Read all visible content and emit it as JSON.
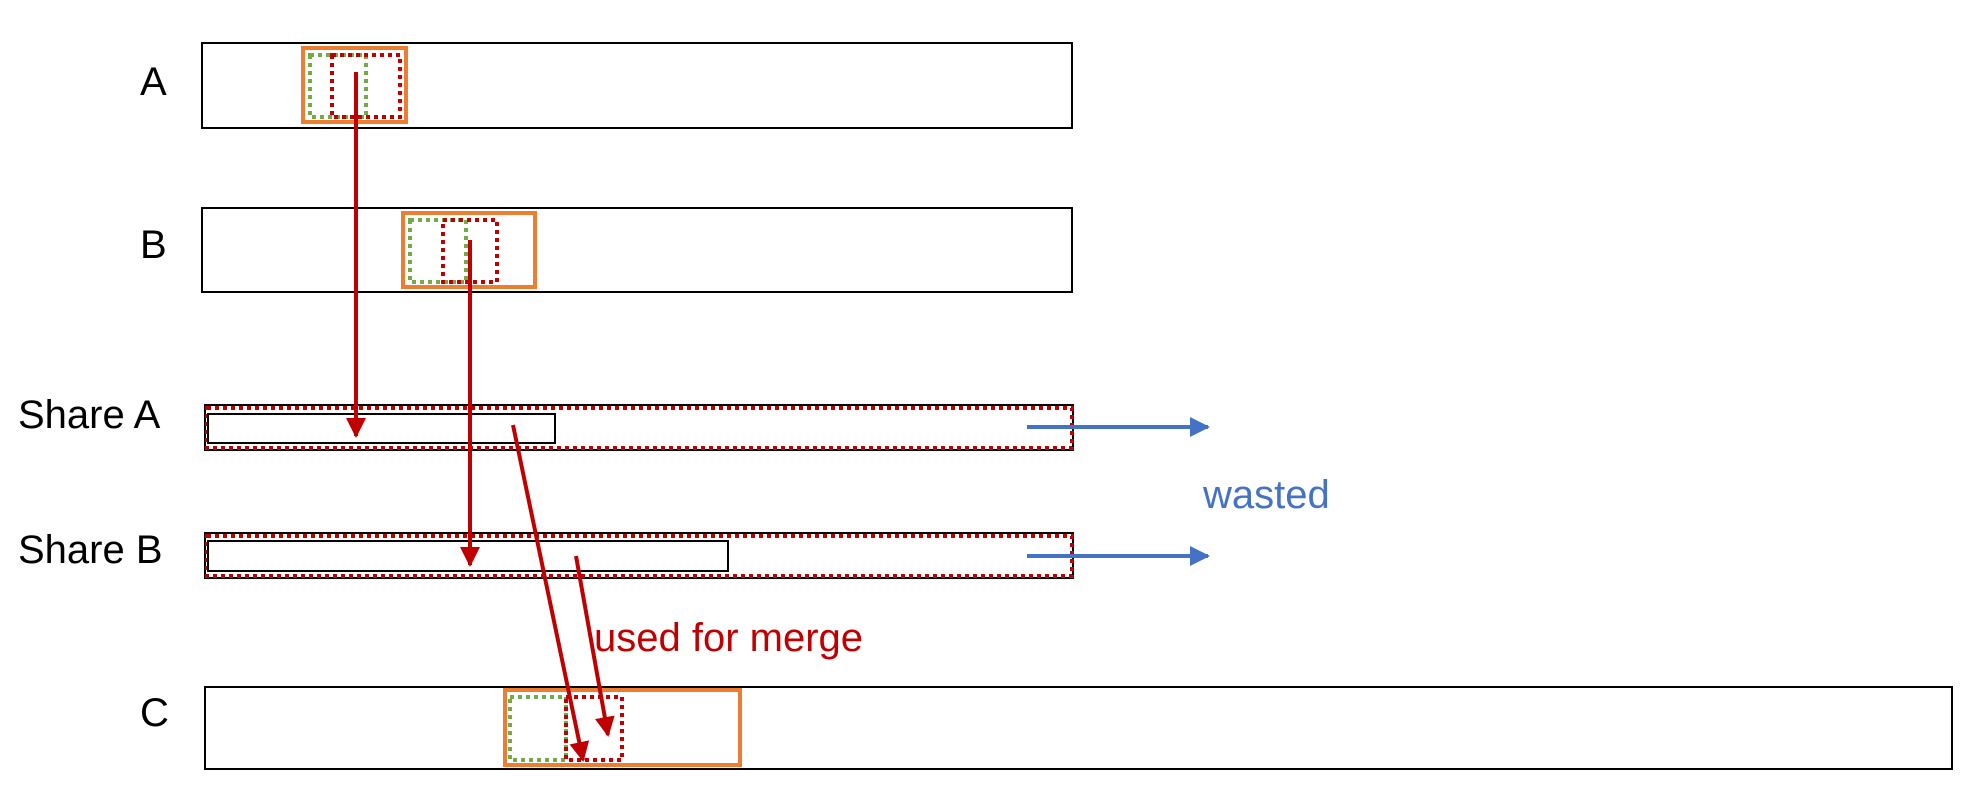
{
  "labels": {
    "row_a": "A",
    "row_b": "B",
    "share_a": "Share A",
    "share_b": "Share B",
    "row_c": "C"
  },
  "annotations": {
    "wasted": "wasted",
    "used_for_merge": "used for merge"
  },
  "colors": {
    "outline": "#000000",
    "orange_box": "#ED7D31",
    "red_dotted": "#C00000",
    "green_dotted": "#70AD47",
    "blue_arrow": "#4472C4",
    "red_arrow": "#C00000"
  }
}
